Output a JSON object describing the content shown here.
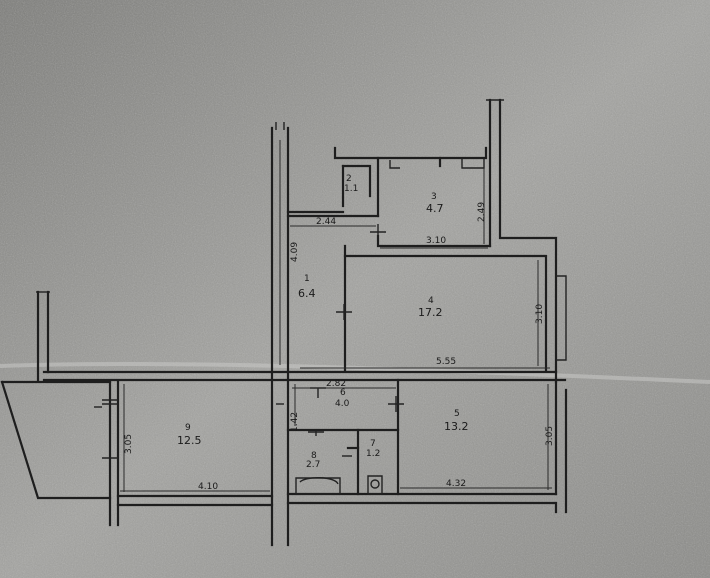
{
  "rooms": [
    {
      "id": "1",
      "area": "6.4"
    },
    {
      "id": "2",
      "area": "1.1"
    },
    {
      "id": "3",
      "area": "4.7"
    },
    {
      "id": "4",
      "area": "17.2"
    },
    {
      "id": "5",
      "area": "13.2"
    },
    {
      "id": "6",
      "area": "4.0"
    },
    {
      "id": "7",
      "area": "1.2"
    },
    {
      "id": "8",
      "area": "2.7"
    },
    {
      "id": "9",
      "area": "12.5"
    }
  ],
  "dimensions": {
    "d_2_44": "2.44",
    "d_4_09": "4.09",
    "d_2_49": "2.49",
    "d_3_10_top": "3.10",
    "d_3_10_side": "3.10",
    "d_5_55": "5.55",
    "d_2_82": "2.82",
    "d_1_42": "1.42",
    "d_3_05_left": "3.05",
    "d_3_05_right": "3.05",
    "d_4_10": "4.10",
    "d_4_32": "4.32"
  }
}
